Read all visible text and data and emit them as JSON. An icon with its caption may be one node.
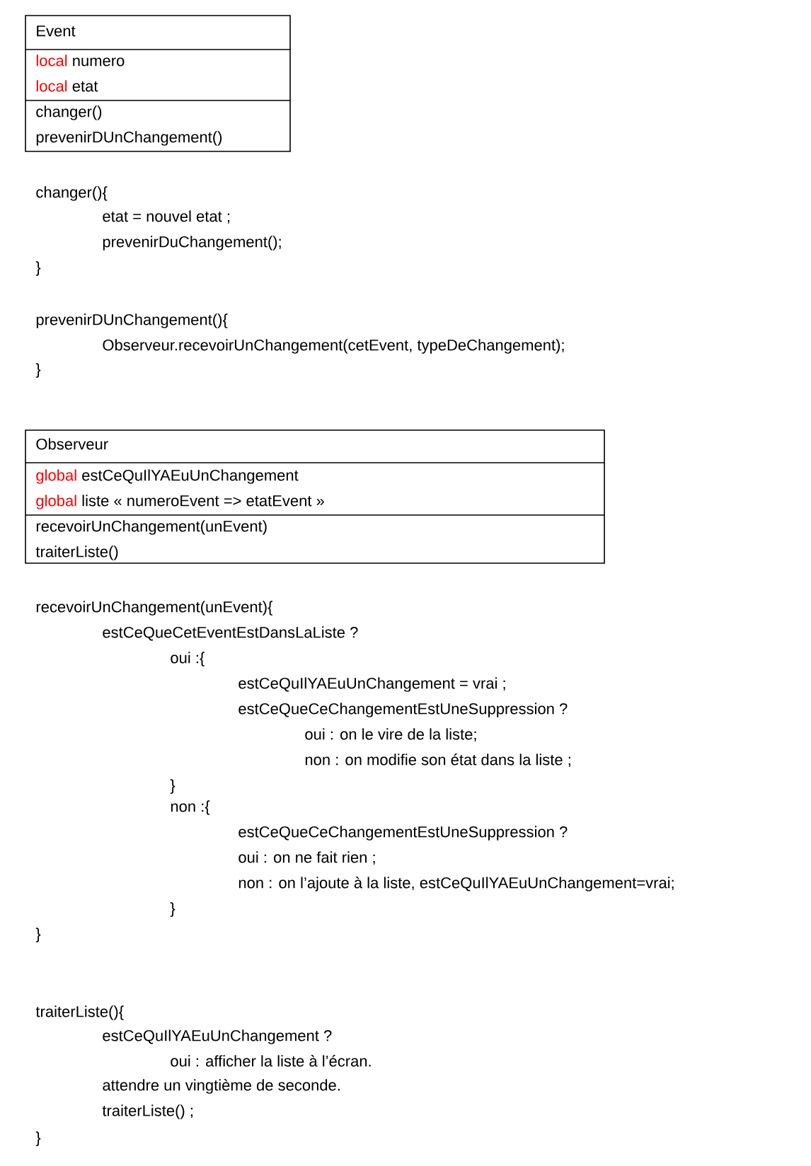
{
  "diagram": {
    "nodes": [
      {
        "text": [
          "Event",
          "local",
          "numero",
          "local",
          "etat",
          "changer()",
          "prevenirDUnChangement()"
        ]
      },
      {
        "text": [
          "Observeur",
          "global",
          "estCeQuIlYAEuUnChangement",
          "global",
          "liste « numeroEvent => etatEvent »",
          "recevoirUnChangement(unEvent)",
          "traiterListe()"
        ]
      }
    ],
    "labels": [
      "changer(){",
      "etat = nouvel etat ;",
      "prevenirDuChangement();",
      "}",
      "prevenirDUnChangement(){",
      "Observeur.recevoirUnChangement(cetEvent, typeDeChangement);",
      "}",
      "recevoirUnChangement(unEvent){",
      "estCeQueCetEventEstDansLaListe ?",
      "oui :{",
      "estCeQuIlYAEuUnChangement = vrai ;",
      "estCeQueCeChangementEstUneSuppression ?",
      "oui : on le vire de la liste;",
      "non : on modifie son état dans la liste ;",
      "}",
      "non :{",
      "estCeQueCeChangementEstUneSuppression ?",
      "oui : on ne fait rien ;",
      "non : on l’ajoute à la liste, estCeQuIlYAEuUnChangement=vrai;",
      "}",
      "}",
      "traiterListe(){",
      "estCeQuIlYAEuUnChangement ?",
      "oui : afficher la liste à l’écran.",
      "attendre un vingtième de seconde.",
      "traiterListe() ;",
      "}"
    ]
  }
}
